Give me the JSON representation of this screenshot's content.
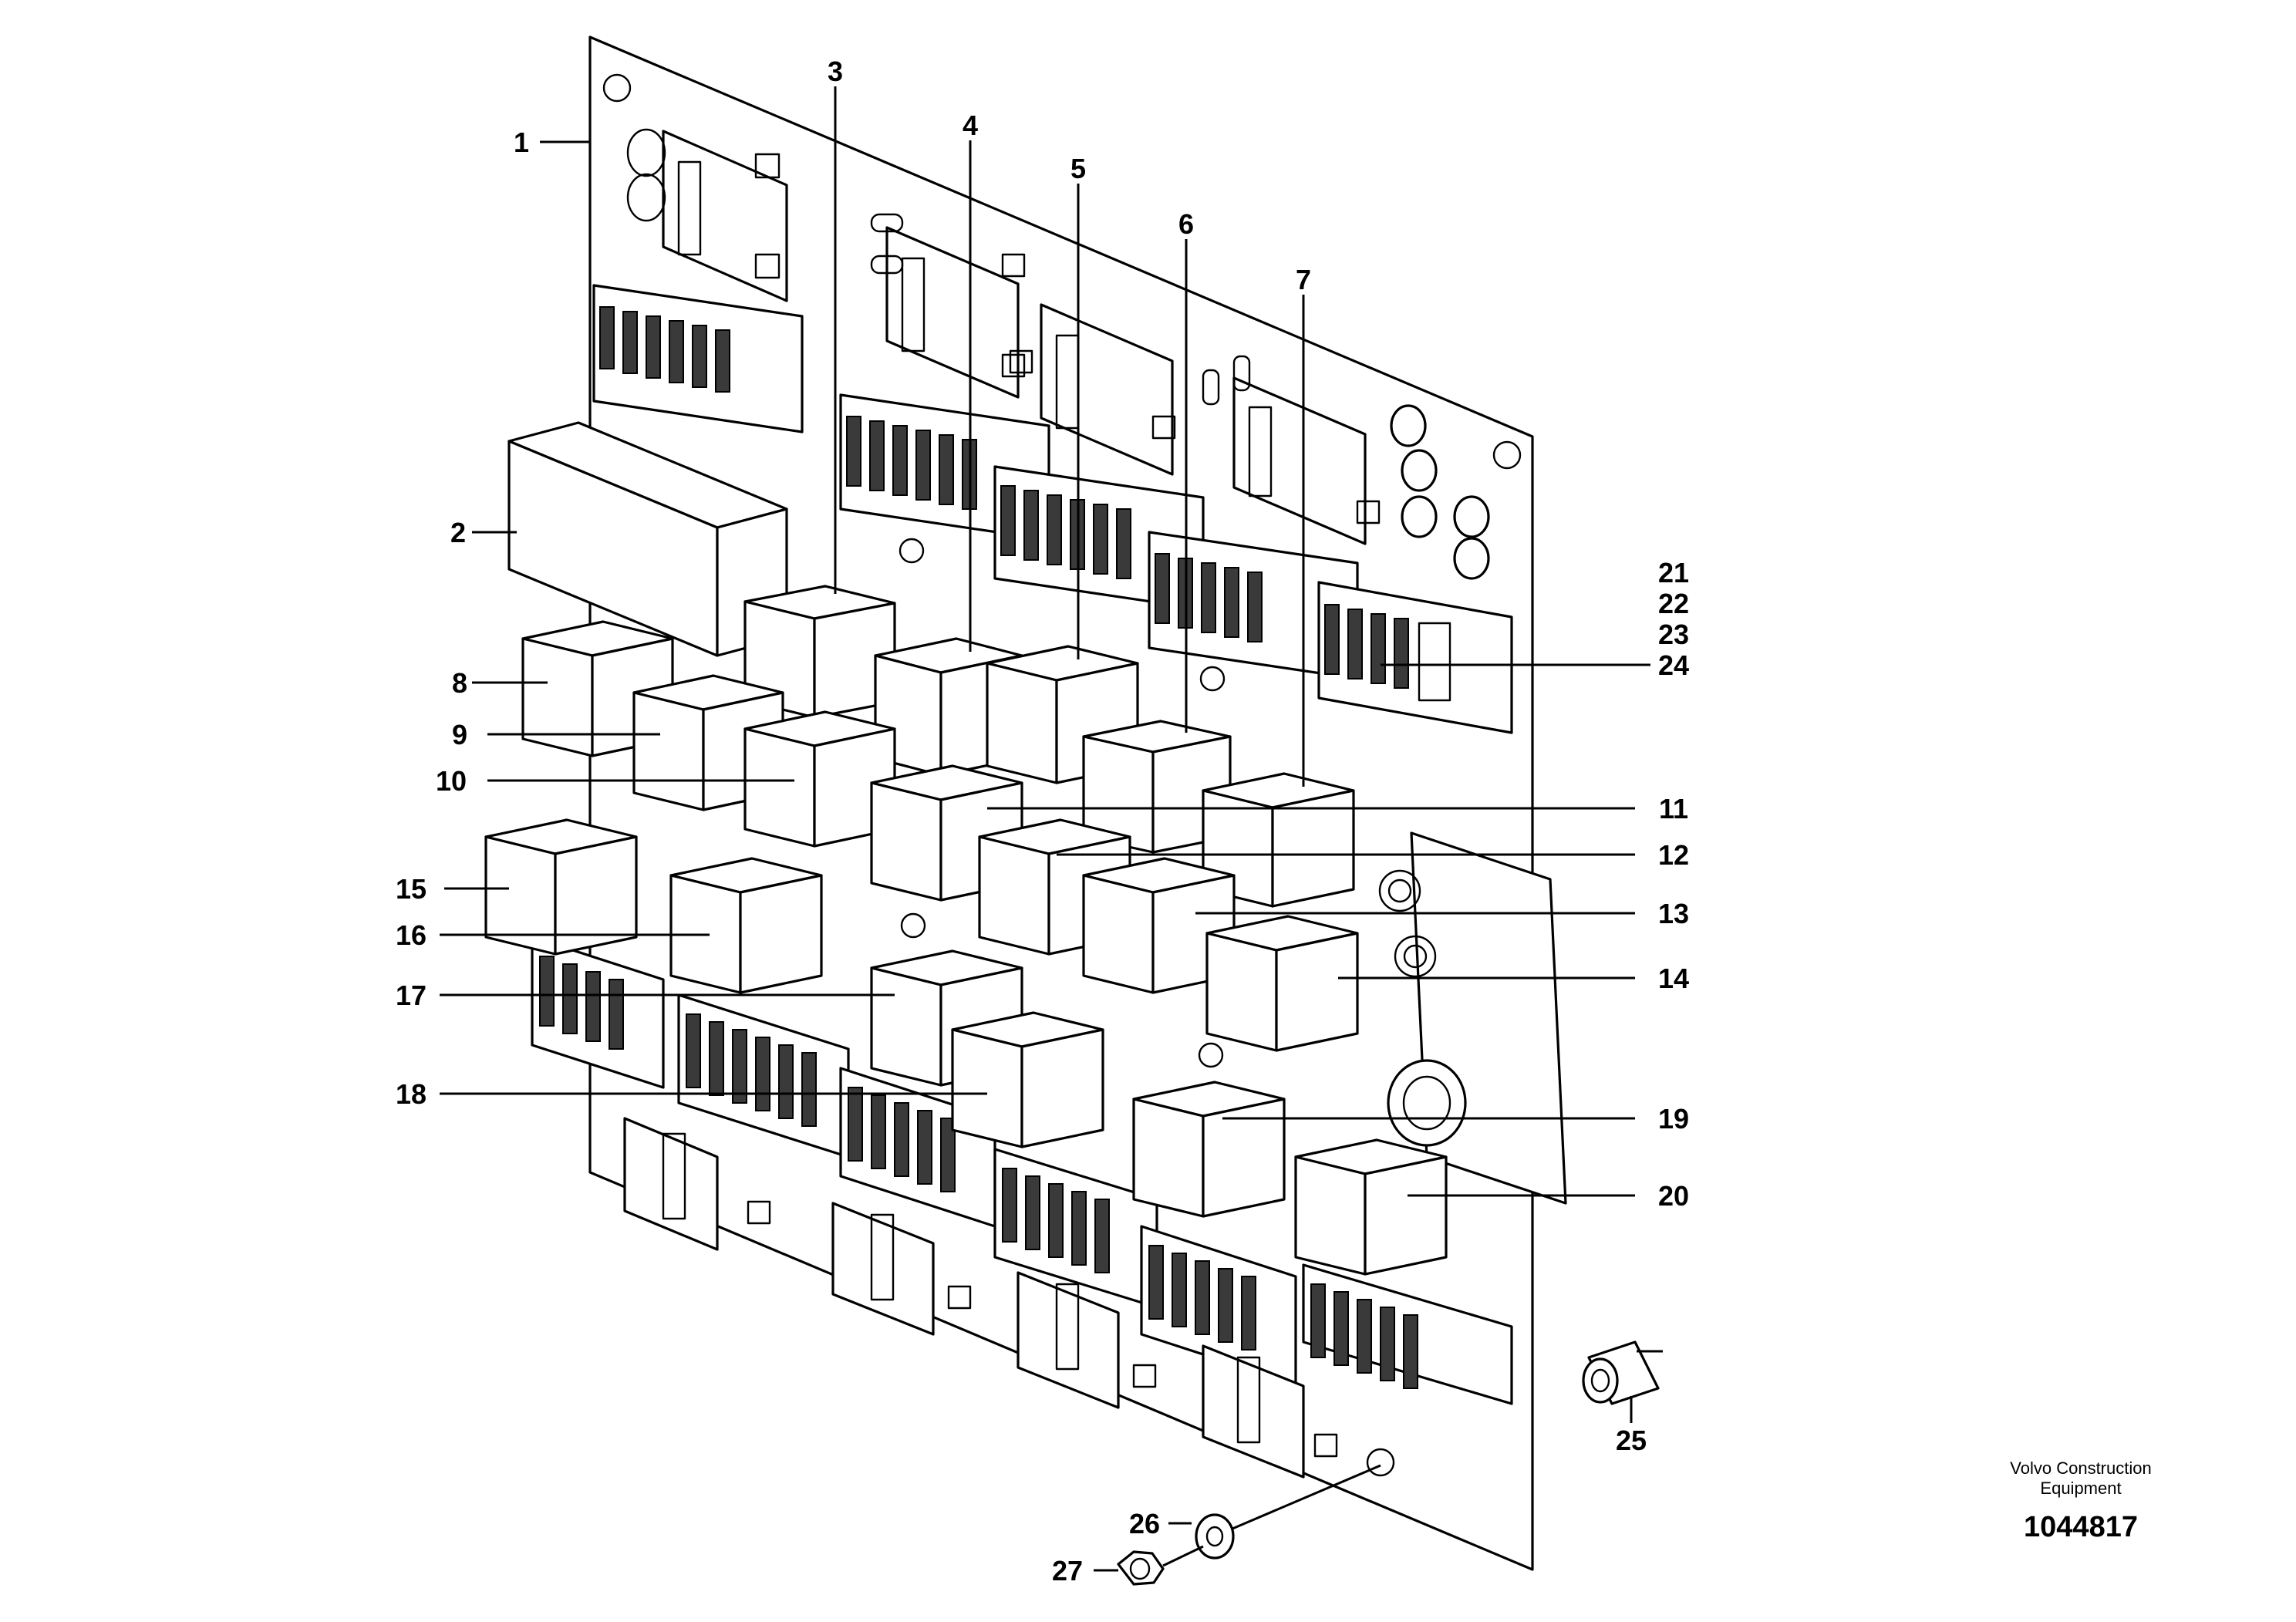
{
  "diagram": {
    "callouts": [
      "1",
      "2",
      "3",
      "4",
      "5",
      "6",
      "7",
      "8",
      "9",
      "10",
      "11",
      "12",
      "13",
      "14",
      "15",
      "16",
      "17",
      "18",
      "19",
      "20",
      "21",
      "22",
      "23",
      "24",
      "25",
      "26",
      "27"
    ],
    "footer": {
      "brand_line1": "Volvo Construction",
      "brand_line2": "Equipment",
      "document_number": "1044817"
    }
  }
}
